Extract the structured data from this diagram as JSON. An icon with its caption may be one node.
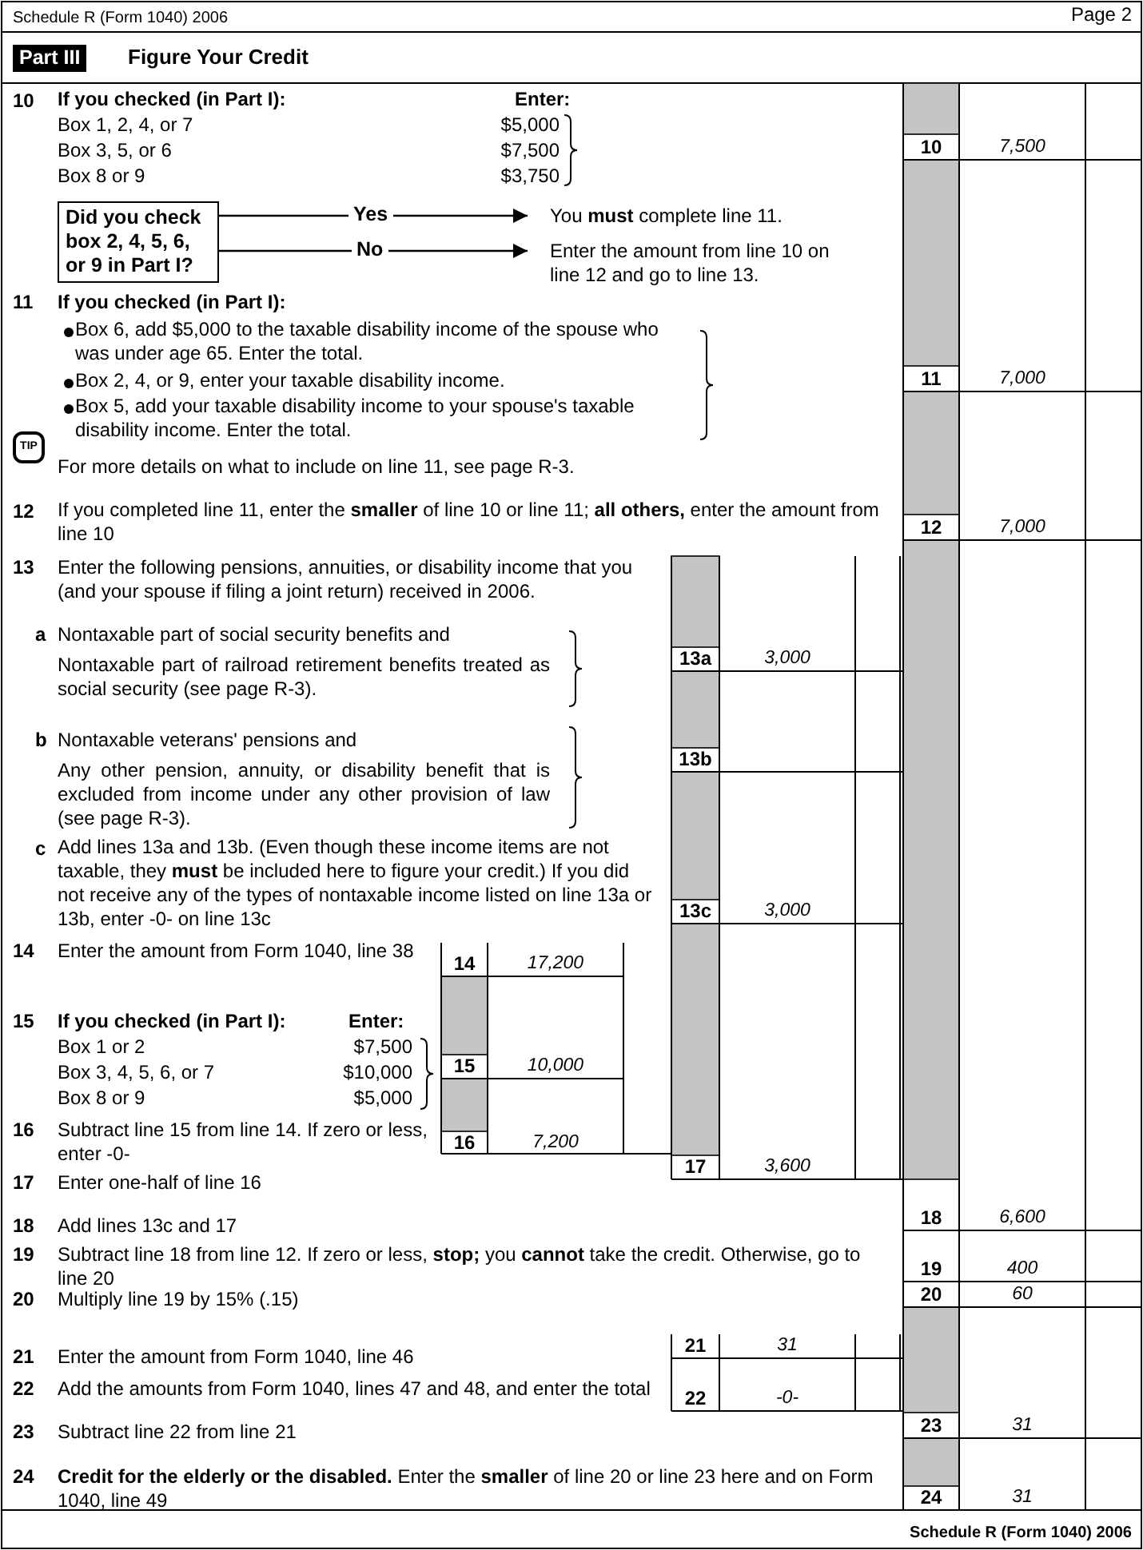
{
  "diagram": {
    "title": "Figure Your Credit",
    "nodes": [
      {
        "text": [
          "Part III"
        ]
      },
      {
        "text": [
          "Did you check box 2, 4, 5, 6, or 9 in Part I?"
        ]
      },
      {
        "text": [
          "You **must** complete line 11."
        ]
      },
      {
        "text": [
          "Enter the amount from line 10 on line 12 and go to line 13."
        ]
      }
    ],
    "edges": [
      {
        "from": 1,
        "to": 2,
        "arrow": "to",
        "label": "Yes"
      },
      {
        "from": 1,
        "to": 3,
        "arrow": "to",
        "label": "No"
      }
    ],
    "labels": [
      "Schedule R (Form 1040) 2006",
      "Page 2",
      "10",
      "If you checked (in Part I):",
      "Enter:",
      "Box 1, 2, 4, or 7",
      "$5,000",
      "Box 3, 5, or 6",
      "$7,500",
      "Box 8 or 9",
      "$3,750",
      "10",
      "7,500",
      "11",
      "If you checked (in Part I):",
      "Box 6, add $5,000 to the taxable disability income of the spouse who was under age 65. Enter the total.",
      "Box 2, 4, or 9, enter your taxable disability income.",
      "Box 5, add your taxable disability income to your spouse's taxable disability income. Enter the total.",
      "11",
      "7,000",
      "TIP",
      "For more details on what to include on line 11, see page R-3.",
      "12",
      "If you completed line 11, enter the **smaller** of line 10 or line 11; **all others,** enter the amount from line 10",
      "12",
      "7,000",
      "13",
      "Enter the following pensions, annuities, or disability income that you (and your spouse if filing a joint return) received in 2006.",
      "a",
      "Nontaxable part of social security benefits and",
      "Nontaxable part of railroad retirement benefits treated as social security (see page R-3).",
      "13a",
      "3,000",
      "b",
      "Nontaxable veterans' pensions and",
      "Any other pension, annuity, or disability benefit that is excluded from income under any other provision of law (see page R-3).",
      "13b",
      "c",
      "Add lines 13a and 13b. (Even though these income items are not taxable, they **must** be included here to figure your credit.) If you did not receive any of the types of nontaxable income listed on line 13a or 13b, enter -0- on line 13c",
      "13c",
      "3,000",
      "14",
      "Enter the amount from Form 1040, line 38",
      "14",
      "17,200",
      "15",
      "If you checked (in Part I):",
      "Enter:",
      "Box 1 or 2",
      "$7,500",
      "Box 3, 4, 5, 6, or 7",
      "$10,000",
      "Box 8 or 9",
      "$5,000",
      "15",
      "10,000",
      "16",
      "Subtract line 15 from line 14. If zero or less, enter -0-",
      "16",
      "7,200",
      "17",
      "Enter one-half of line 16",
      "17",
      "3,600",
      "18",
      "Add lines 13c and 17",
      "18",
      "6,600",
      "19",
      "Subtract line 18 from line 12. If zero or less, **stop;** you **cannot** take the credit. Otherwise, go to line 20",
      "19",
      "400",
      "20",
      "Multiply line 19 by 15% (.15)",
      "20",
      "60",
      "21",
      "Enter the amount from Form 1040, line 46",
      "21",
      "31",
      "22",
      "Add the amounts from Form 1040, lines 47 and 48, and enter the total",
      "22",
      "-0-",
      "23",
      "Subtract line 22 from line 21",
      "23",
      "31",
      "24",
      "**Credit for the elderly or the disabled.** Enter the **smaller** of line 20 or line 23 here and on Form 1040, line 49",
      "24",
      "31",
      "Schedule R (Form 1040) 2006"
    ]
  }
}
